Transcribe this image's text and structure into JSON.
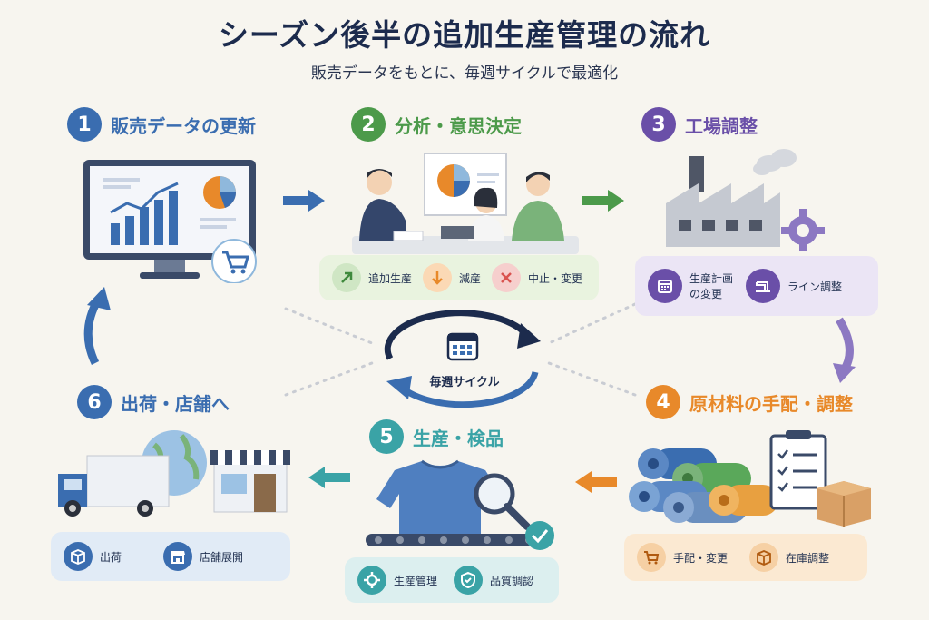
{
  "header": {
    "title": "シーズン後半の追加生産管理の流れ",
    "subtitle": "販売データをもとに、毎週サイクルで最適化"
  },
  "cycle": {
    "label": "毎週サイクル"
  },
  "steps": [
    {
      "num": "1",
      "label": "販売データの更新",
      "color": "#3a6db0",
      "items": []
    },
    {
      "num": "2",
      "label": "分析・意思決定",
      "color": "#4c9a4a",
      "items": [
        {
          "label": "追加生産",
          "icon": "arrow-up-right-icon"
        },
        {
          "label": "減産",
          "icon": "arrow-down-icon"
        },
        {
          "label": "中止・変更",
          "icon": "close-icon"
        }
      ]
    },
    {
      "num": "3",
      "label": "工場調整",
      "color": "#6a4fa8",
      "items": [
        {
          "label": "生産計画\nの変更",
          "icon": "calendar-icon"
        },
        {
          "label": "ライン調整",
          "icon": "sewing-machine-icon"
        }
      ]
    },
    {
      "num": "4",
      "label": "原材料の手配・調整",
      "color": "#e8892a",
      "items": [
        {
          "label": "手配・変更",
          "icon": "cart-icon"
        },
        {
          "label": "在庫調整",
          "icon": "box-icon"
        }
      ]
    },
    {
      "num": "5",
      "label": "生産・検品",
      "color": "#3aa3a6",
      "items": [
        {
          "label": "生産管理",
          "icon": "gear-icon"
        },
        {
          "label": "品質調認",
          "icon": "shield-check-icon"
        }
      ]
    },
    {
      "num": "6",
      "label": "出荷・店舗へ",
      "color": "#3a6db0",
      "items": [
        {
          "label": "出荷",
          "icon": "package-icon"
        },
        {
          "label": "店舗展開",
          "icon": "store-icon"
        }
      ]
    }
  ]
}
